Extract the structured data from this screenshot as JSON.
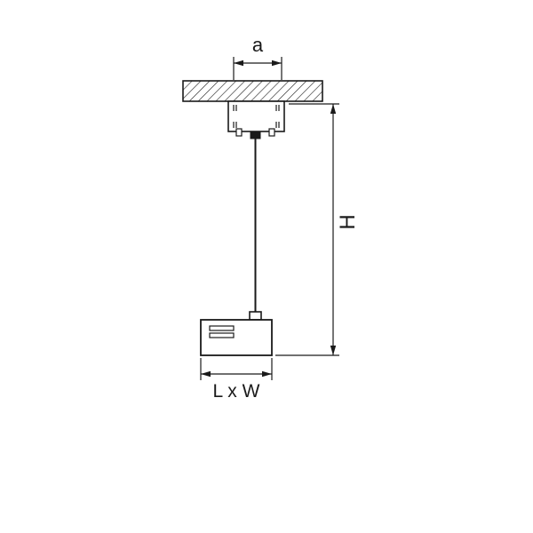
{
  "diagram": {
    "title": "pendant-luminaire-dimension-drawing",
    "ink_color": "#1a1a1a",
    "labels": {
      "canopy_width": "a",
      "overall_height": "H",
      "base_dimensions": "L x W"
    }
  }
}
